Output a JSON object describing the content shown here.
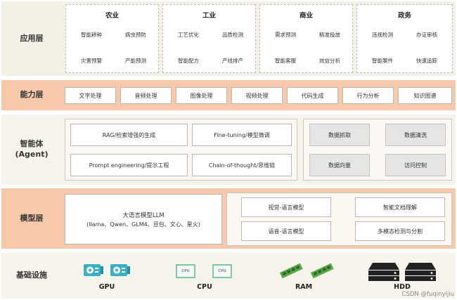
{
  "layers": {
    "application": "应用层",
    "capability": "能力层",
    "agent": "智能体\n(Agent)",
    "model": "模型层",
    "infrastructure": "基础设施"
  },
  "sectors": [
    {
      "title": "农业",
      "items": [
        "智能耕种",
        "病虫预防",
        "灾害预警",
        "产能预测"
      ]
    },
    {
      "title": "工业",
      "items": [
        "工艺优化",
        "品质检测",
        "智能配方",
        "产线排产"
      ]
    },
    {
      "title": "商业",
      "items": [
        "需求预测",
        "精准投放",
        "智能客服",
        "效益分析"
      ]
    },
    {
      "title": "政务",
      "items": [
        "违规检测",
        "办证审核",
        "智能案件",
        "快速追踪"
      ]
    }
  ],
  "capabilities": [
    "文字处理",
    "音频处理",
    "图像处理",
    "视频处理",
    "代码生成",
    "行为分析",
    "知识图谱"
  ],
  "agent": {
    "techniques": [
      "RAG/检索增强的生成",
      "Fine-tuning/模型微调",
      "Prompt engineering/提示工程",
      "Chain-of-thought/思维链"
    ],
    "data_ops": [
      "数据抓取",
      "数据清洗",
      "数据向量",
      "访问控制"
    ]
  },
  "model": {
    "llm_title": "大语言模型LLM",
    "llm_examples": "(llama、Qwen、GLM4、豆包、文心、星火)",
    "others": [
      "视觉-语言模型",
      "智能文档理解",
      "语音-语言模型",
      "多模态检测与分割"
    ]
  },
  "infrastructure": {
    "gpu": "GPU",
    "cpu": "CPU",
    "ram": "RAM",
    "hdd": "HDD",
    "cpu_chip": "CPU"
  },
  "watermark": "CSDN @fuqinyijiu",
  "colors": {
    "accent_band": "#f7c9aa",
    "light_band": "#f6f3ea",
    "gpu": "#3ab0c8",
    "cpu_chip": "#7cc8a0",
    "ram": "#5aa84a",
    "hdd": "#222222"
  }
}
